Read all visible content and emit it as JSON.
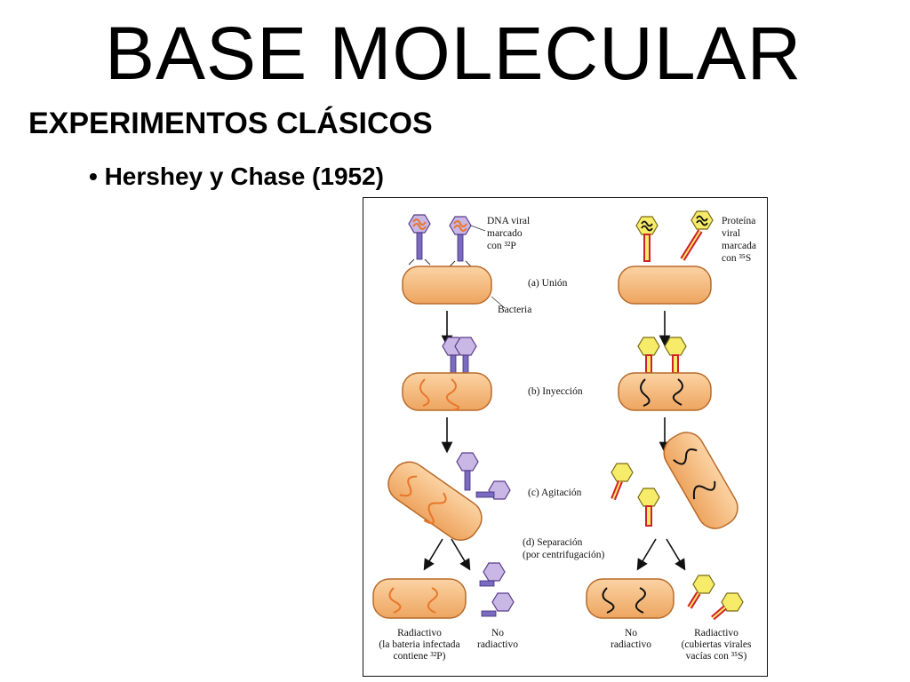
{
  "title": "BASE MOLECULAR",
  "subtitle": "EXPERIMENTOS CLÁSICOS",
  "bullet": "• Hershey y Chase (1952)",
  "figure": {
    "left_label": [
      "DNA viral",
      "marcado",
      "con ³²P"
    ],
    "right_label": [
      "Proteína",
      "viral",
      "marcada",
      "con ³⁵S"
    ],
    "step_a": "(a) Unión",
    "bacteria": "Bacteria",
    "step_b": "(b) Inyección",
    "step_c": "(c) Agitación",
    "step_d": [
      "(d) Separación",
      "(por centrifugación)"
    ],
    "result_left_1": [
      "Radiactivo",
      "(la bateria infectada",
      "contiene ³²P)"
    ],
    "result_left_2": [
      "No",
      "radiactivo"
    ],
    "result_right_1": [
      "No",
      "radiactivo"
    ],
    "result_right_2": [
      "Radiactivo",
      "(cubiertas virales",
      "vacías con ³⁵S)"
    ],
    "colors": {
      "bacterium_fill": "#f3b77a",
      "bacterium_edge": "#b86a2a",
      "phage_dna_capsid": "#b9aee0",
      "phage_protein_capsid": "#f7ec6a",
      "tail_red": "#d0202a",
      "dna_orange": "#e8762a",
      "dna_black": "#111111"
    }
  }
}
